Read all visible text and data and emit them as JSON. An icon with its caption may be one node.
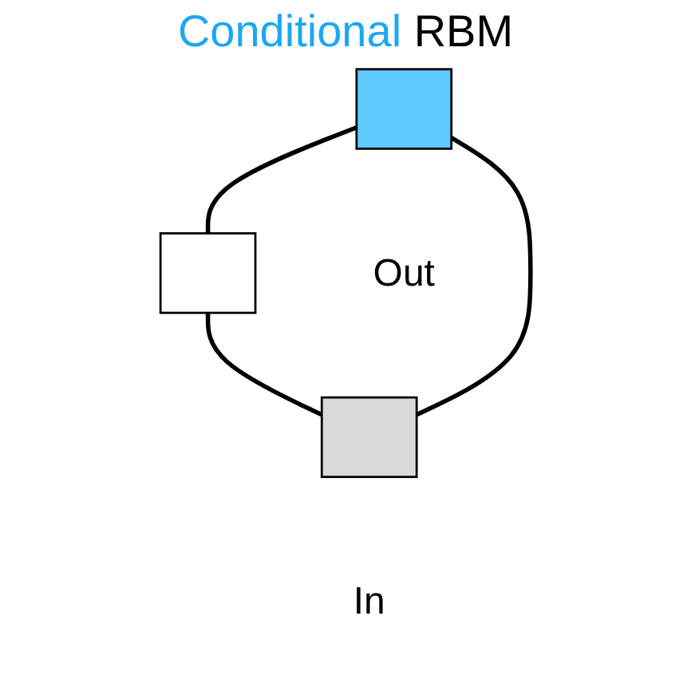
{
  "diagram": {
    "title": "Conditional RBM",
    "nodes": [
      {
        "text": [],
        "shape": "box"
      },
      {
        "text": [],
        "shape": "box",
        "beside": [
          "In"
        ]
      },
      {
        "text": [],
        "shape": "box",
        "beside": [
          "Out"
        ]
      }
    ],
    "edges": [
      {
        "from": 0,
        "to": 1,
        "arrow": "none"
      },
      {
        "from": 2,
        "to": 0,
        "arrow": "none"
      },
      {
        "from": 2,
        "to": 1,
        "arrow": "none"
      }
    ]
  }
}
